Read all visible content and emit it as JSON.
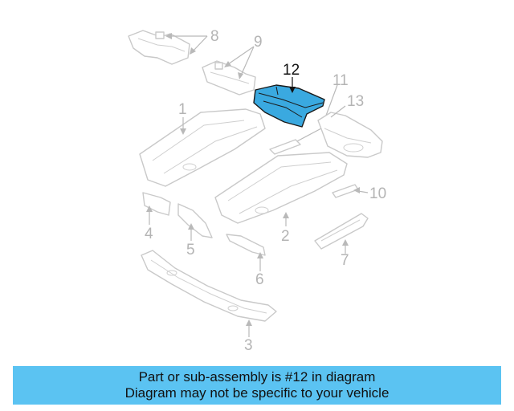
{
  "callouts": {
    "c1": "1",
    "c2": "2",
    "c3": "3",
    "c4": "4",
    "c5": "5",
    "c6": "6",
    "c7": "7",
    "c8": "8",
    "c9": "9",
    "c10": "10",
    "c11": "11",
    "c12": "12",
    "c13": "13"
  },
  "highlight": {
    "part_number": "12",
    "color": "#3aa9e0"
  },
  "banner": {
    "line1": "Part or sub-assembly is #12 in diagram",
    "line2": "Diagram may not be specific to your vehicle",
    "color": "#5bc3f2"
  }
}
